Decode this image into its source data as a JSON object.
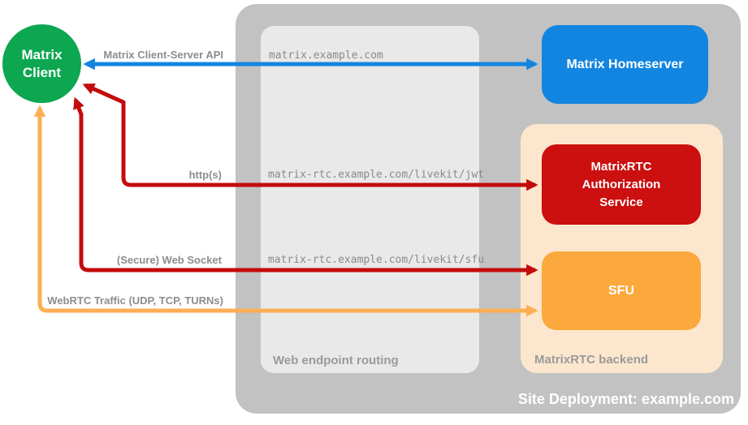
{
  "diagram_title": "Site Deployment: example.com",
  "colors": {
    "client_green": "#0ca750",
    "homeserver_blue": "#1285e0",
    "auth_red": "#cc0f0f",
    "sfu_orange": "#fba93c",
    "arrow_blue": "#1285e0",
    "arrow_red": "#c40b0b",
    "arrow_orange": "#fbae52",
    "backend_peach": "#fce7ce",
    "outer_gray": "#c2c2c2",
    "inner_gray": "#e9e9e9",
    "label_gray": "#8d8d8d"
  },
  "nodes": {
    "client": {
      "label": "Matrix\nClient"
    },
    "homeserver": {
      "label": "Matrix Homeserver"
    },
    "auth": {
      "label": "MatrixRTC\nAuthorization\nService"
    },
    "sfu": {
      "label": "SFU"
    }
  },
  "containers": {
    "site": {
      "label": "Site Deployment: example.com"
    },
    "routing": {
      "label": "Web endpoint routing",
      "endpoints": [
        "matrix.example.com",
        "matrix-rtc.example.com/livekit/jwt",
        "matrix-rtc.example.com/livekit/sfu"
      ]
    },
    "backend": {
      "label": "MatrixRTC backend"
    }
  },
  "arrows": [
    {
      "id": "client-server-api",
      "label": "Matrix Client-Server API",
      "color": "blue",
      "from": "Matrix Client",
      "to": "Matrix Homeserver",
      "bidirectional": true
    },
    {
      "id": "https",
      "label": "http(s)",
      "color": "red",
      "from": "Matrix Client",
      "to": "MatrixRTC Authorization Service",
      "bidirectional": true
    },
    {
      "id": "websocket",
      "label": "(Secure) Web Socket",
      "color": "red",
      "from": "Matrix Client",
      "to": "SFU",
      "bidirectional": true
    },
    {
      "id": "webrtc",
      "label": "WebRTC Traffic (UDP, TCP, TURNs)",
      "color": "orange",
      "from": "Matrix Client",
      "to": "SFU",
      "bidirectional": true
    }
  ]
}
